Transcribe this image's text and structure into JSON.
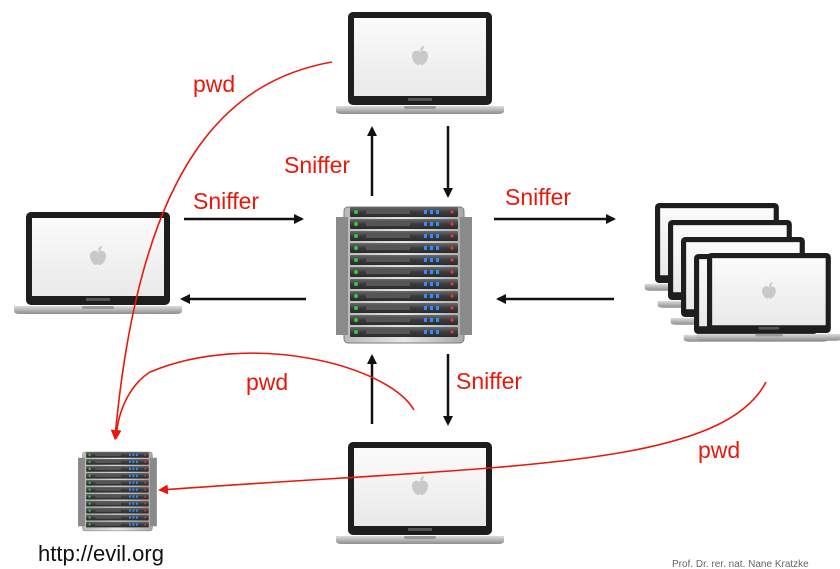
{
  "labels": {
    "pwd_top": "pwd",
    "sniffer_up": "Sniffer",
    "sniffer_left": "Sniffer",
    "sniffer_right": "Sniffer",
    "pwd_bottom": "pwd",
    "sniffer_down": "Sniffer",
    "pwd_right": "pwd"
  },
  "evil_server_label": "http://evil.org",
  "credit": "Prof. Dr. rer. nat. Nane Kratzke",
  "colors": {
    "password_flow": "#e8190c",
    "traffic_arrow": "#111111"
  }
}
